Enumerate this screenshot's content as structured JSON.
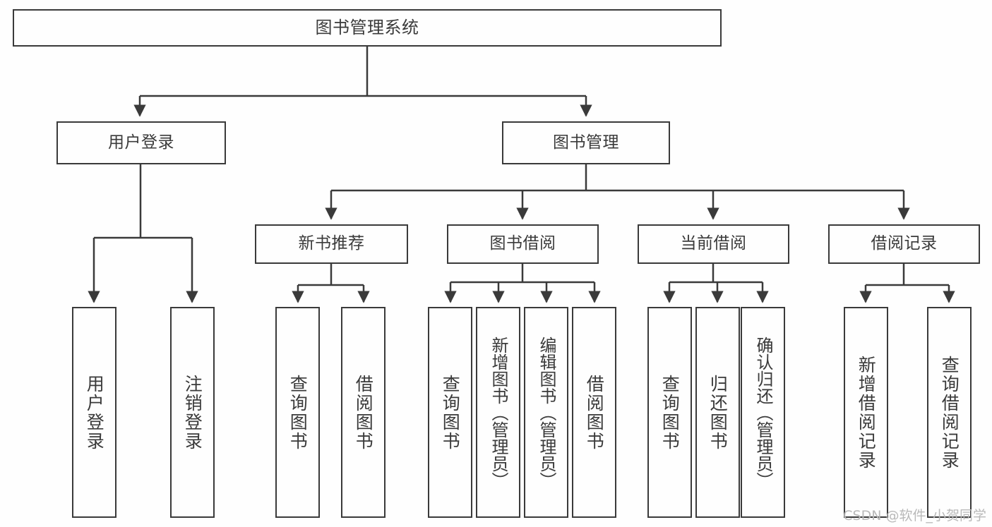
{
  "diagram": {
    "type": "tree",
    "title": "图书管理系统",
    "background_color": "#fefefe",
    "line_color": "#3a3a3a",
    "text_color": "#3a3a3a",
    "nodes": {
      "root": {
        "label": "图书管理系统"
      },
      "level1": [
        {
          "label": "用户登录"
        },
        {
          "label": "图书管理"
        }
      ],
      "level2": [
        {
          "label": "新书推荐"
        },
        {
          "label": "图书借阅"
        },
        {
          "label": "当前借阅"
        },
        {
          "label": "借阅记录"
        }
      ],
      "leaves": {
        "user_login": [
          {
            "label": "用户登录"
          },
          {
            "label": "注销登录"
          }
        ],
        "new_book_recommend": [
          {
            "label": "查询图书"
          },
          {
            "label": "借阅图书"
          }
        ],
        "book_borrow": [
          {
            "label": "查询图书"
          },
          {
            "label": "新增图书（管理员）"
          },
          {
            "label": "编辑图书（管理员）"
          },
          {
            "label": "借阅图书"
          }
        ],
        "current_borrow": [
          {
            "label": "查询图书"
          },
          {
            "label": "归还图书"
          },
          {
            "label": "确认归还（管理员）"
          }
        ],
        "borrow_record": [
          {
            "label": "新增借阅记录"
          },
          {
            "label": "查询借阅记录"
          }
        ]
      }
    }
  },
  "watermark": {
    "text": "CSDN @软件_小贺同学"
  }
}
